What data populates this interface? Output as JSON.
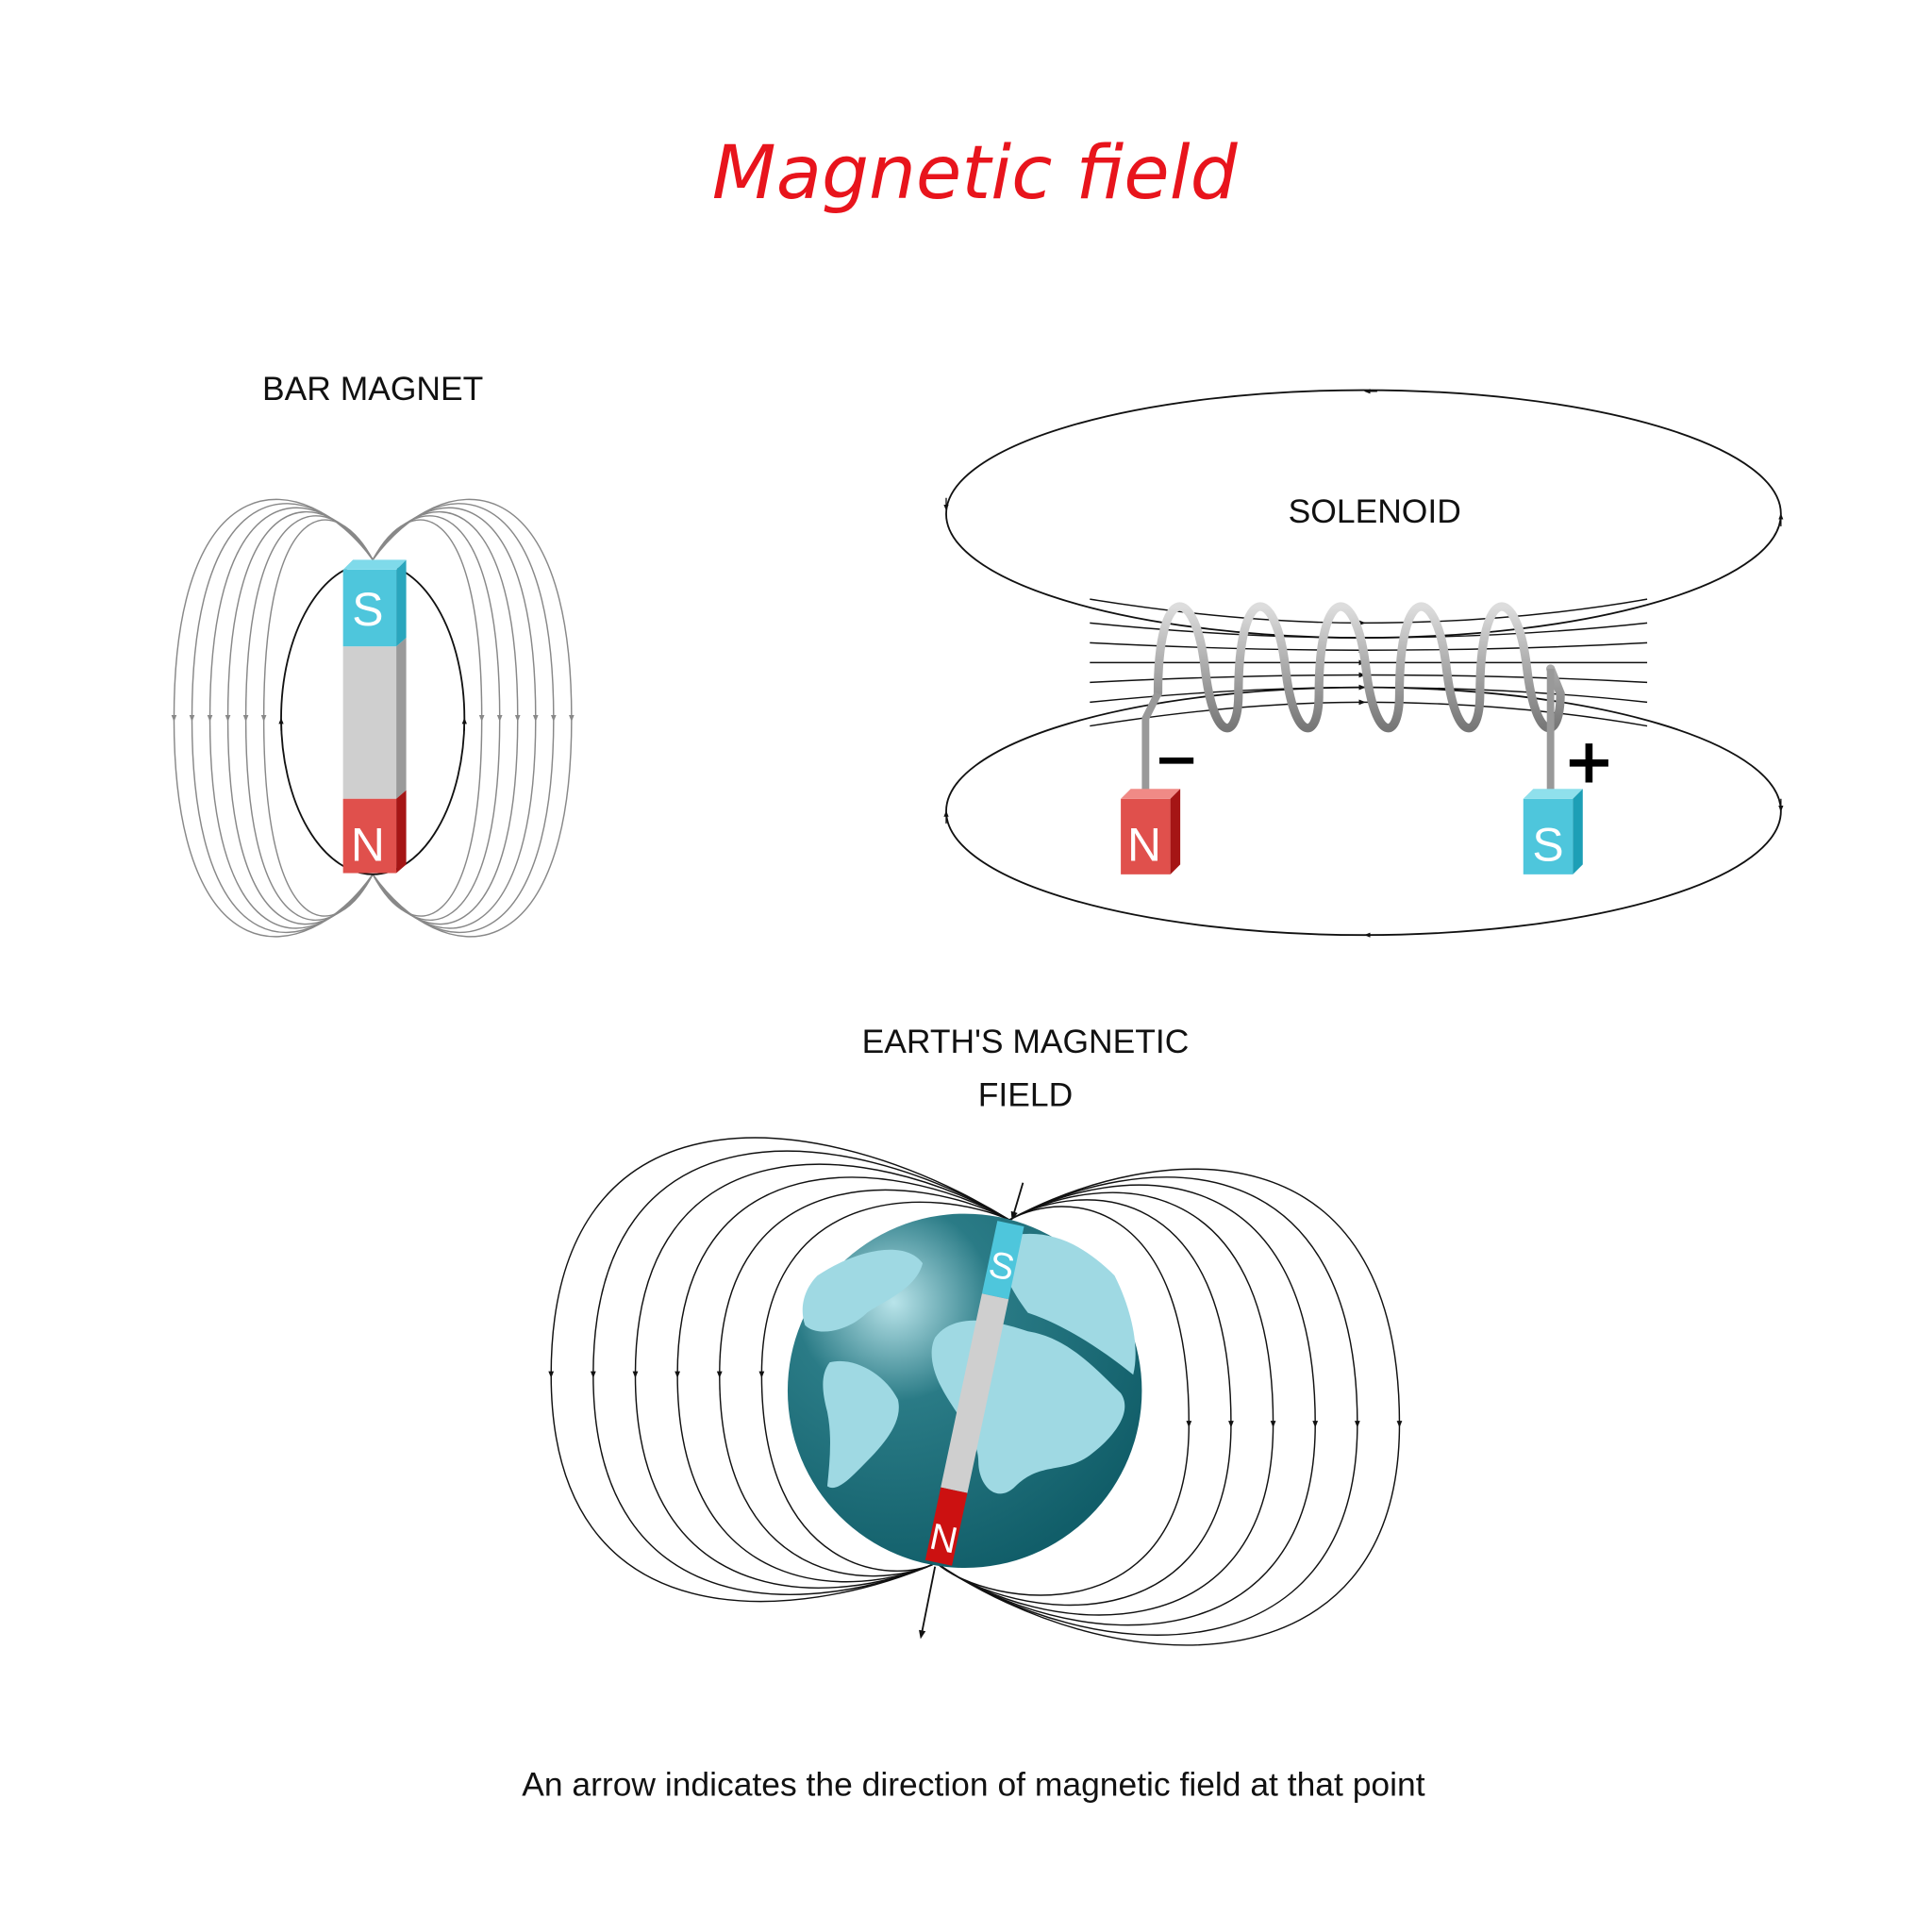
{
  "title": "Magnetic field",
  "bar_magnet": {
    "label": "BAR MAGNET",
    "north": "N",
    "south": "S"
  },
  "solenoid": {
    "label": "SOLENOID",
    "north": "N",
    "south": "S",
    "negative": "−",
    "positive": "+"
  },
  "earth": {
    "label_line1": "EARTH'S MAGNETIC",
    "label_line2": "FIELD",
    "north": "N",
    "south": "S"
  },
  "caption": "An arrow indicates the direction of magnetic field at that point",
  "colors": {
    "title": "#e8141c",
    "north": "#e0504c",
    "south": "#4ec6dc",
    "ocean": "#135f6b",
    "land": "#9fd9e3"
  }
}
